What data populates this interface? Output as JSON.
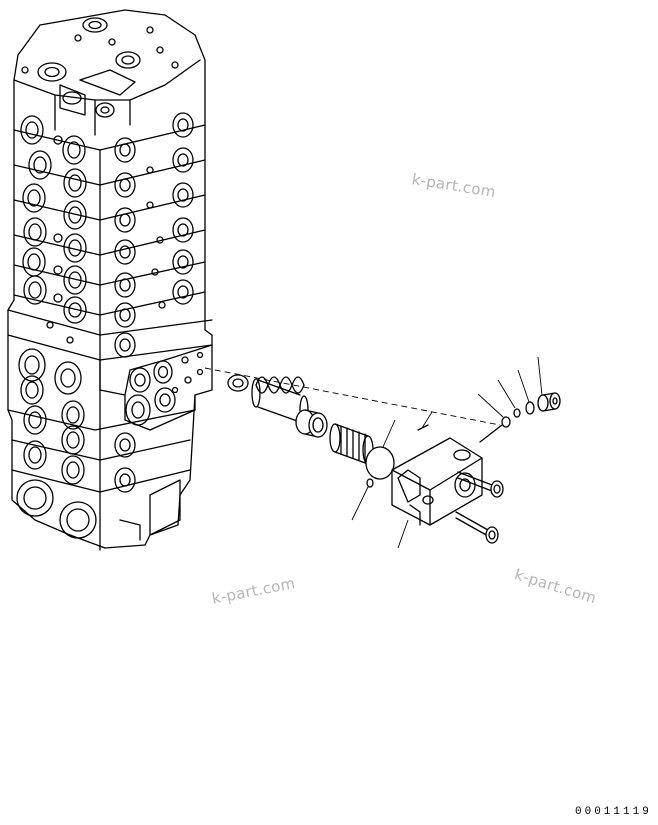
{
  "watermarks": [
    "k-part.com",
    "k-part.com",
    "k-part.com"
  ],
  "drawing_code": "00011119"
}
